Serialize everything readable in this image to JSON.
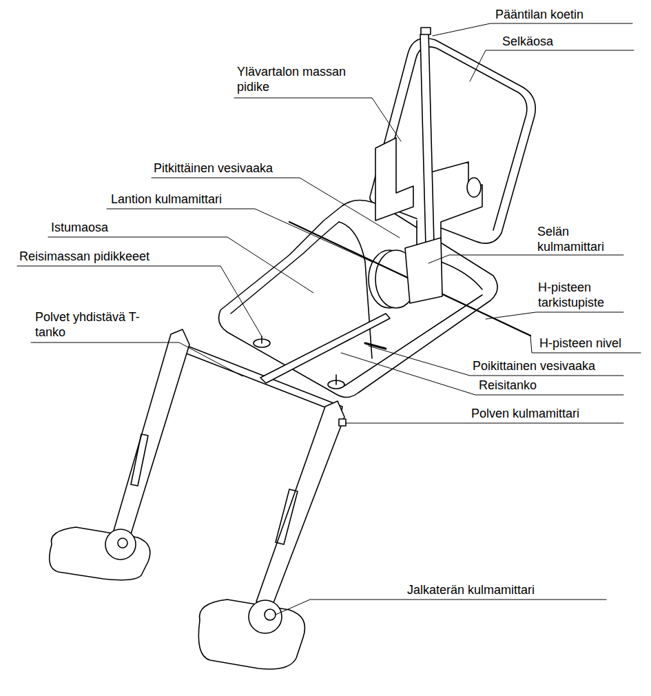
{
  "diagram": {
    "labels": [
      "Pääntilan koetin",
      "Selkäosa",
      "Ylävartalon massan pidike",
      "Pitkittäinen vesivaaka",
      "Lantion kulmamittari",
      "Istumaosa",
      "Reisimassan pidikkeeet",
      "Polvet yhdistävä T-tanko",
      "Selän kulmamittari",
      "H-pisteen tarkistupiste",
      "H-pisteen nivel",
      "Poikittainen vesivaaka",
      "Reisitanko",
      "Polven kulmamittari",
      "Jalkaterän kulmamittari"
    ]
  }
}
